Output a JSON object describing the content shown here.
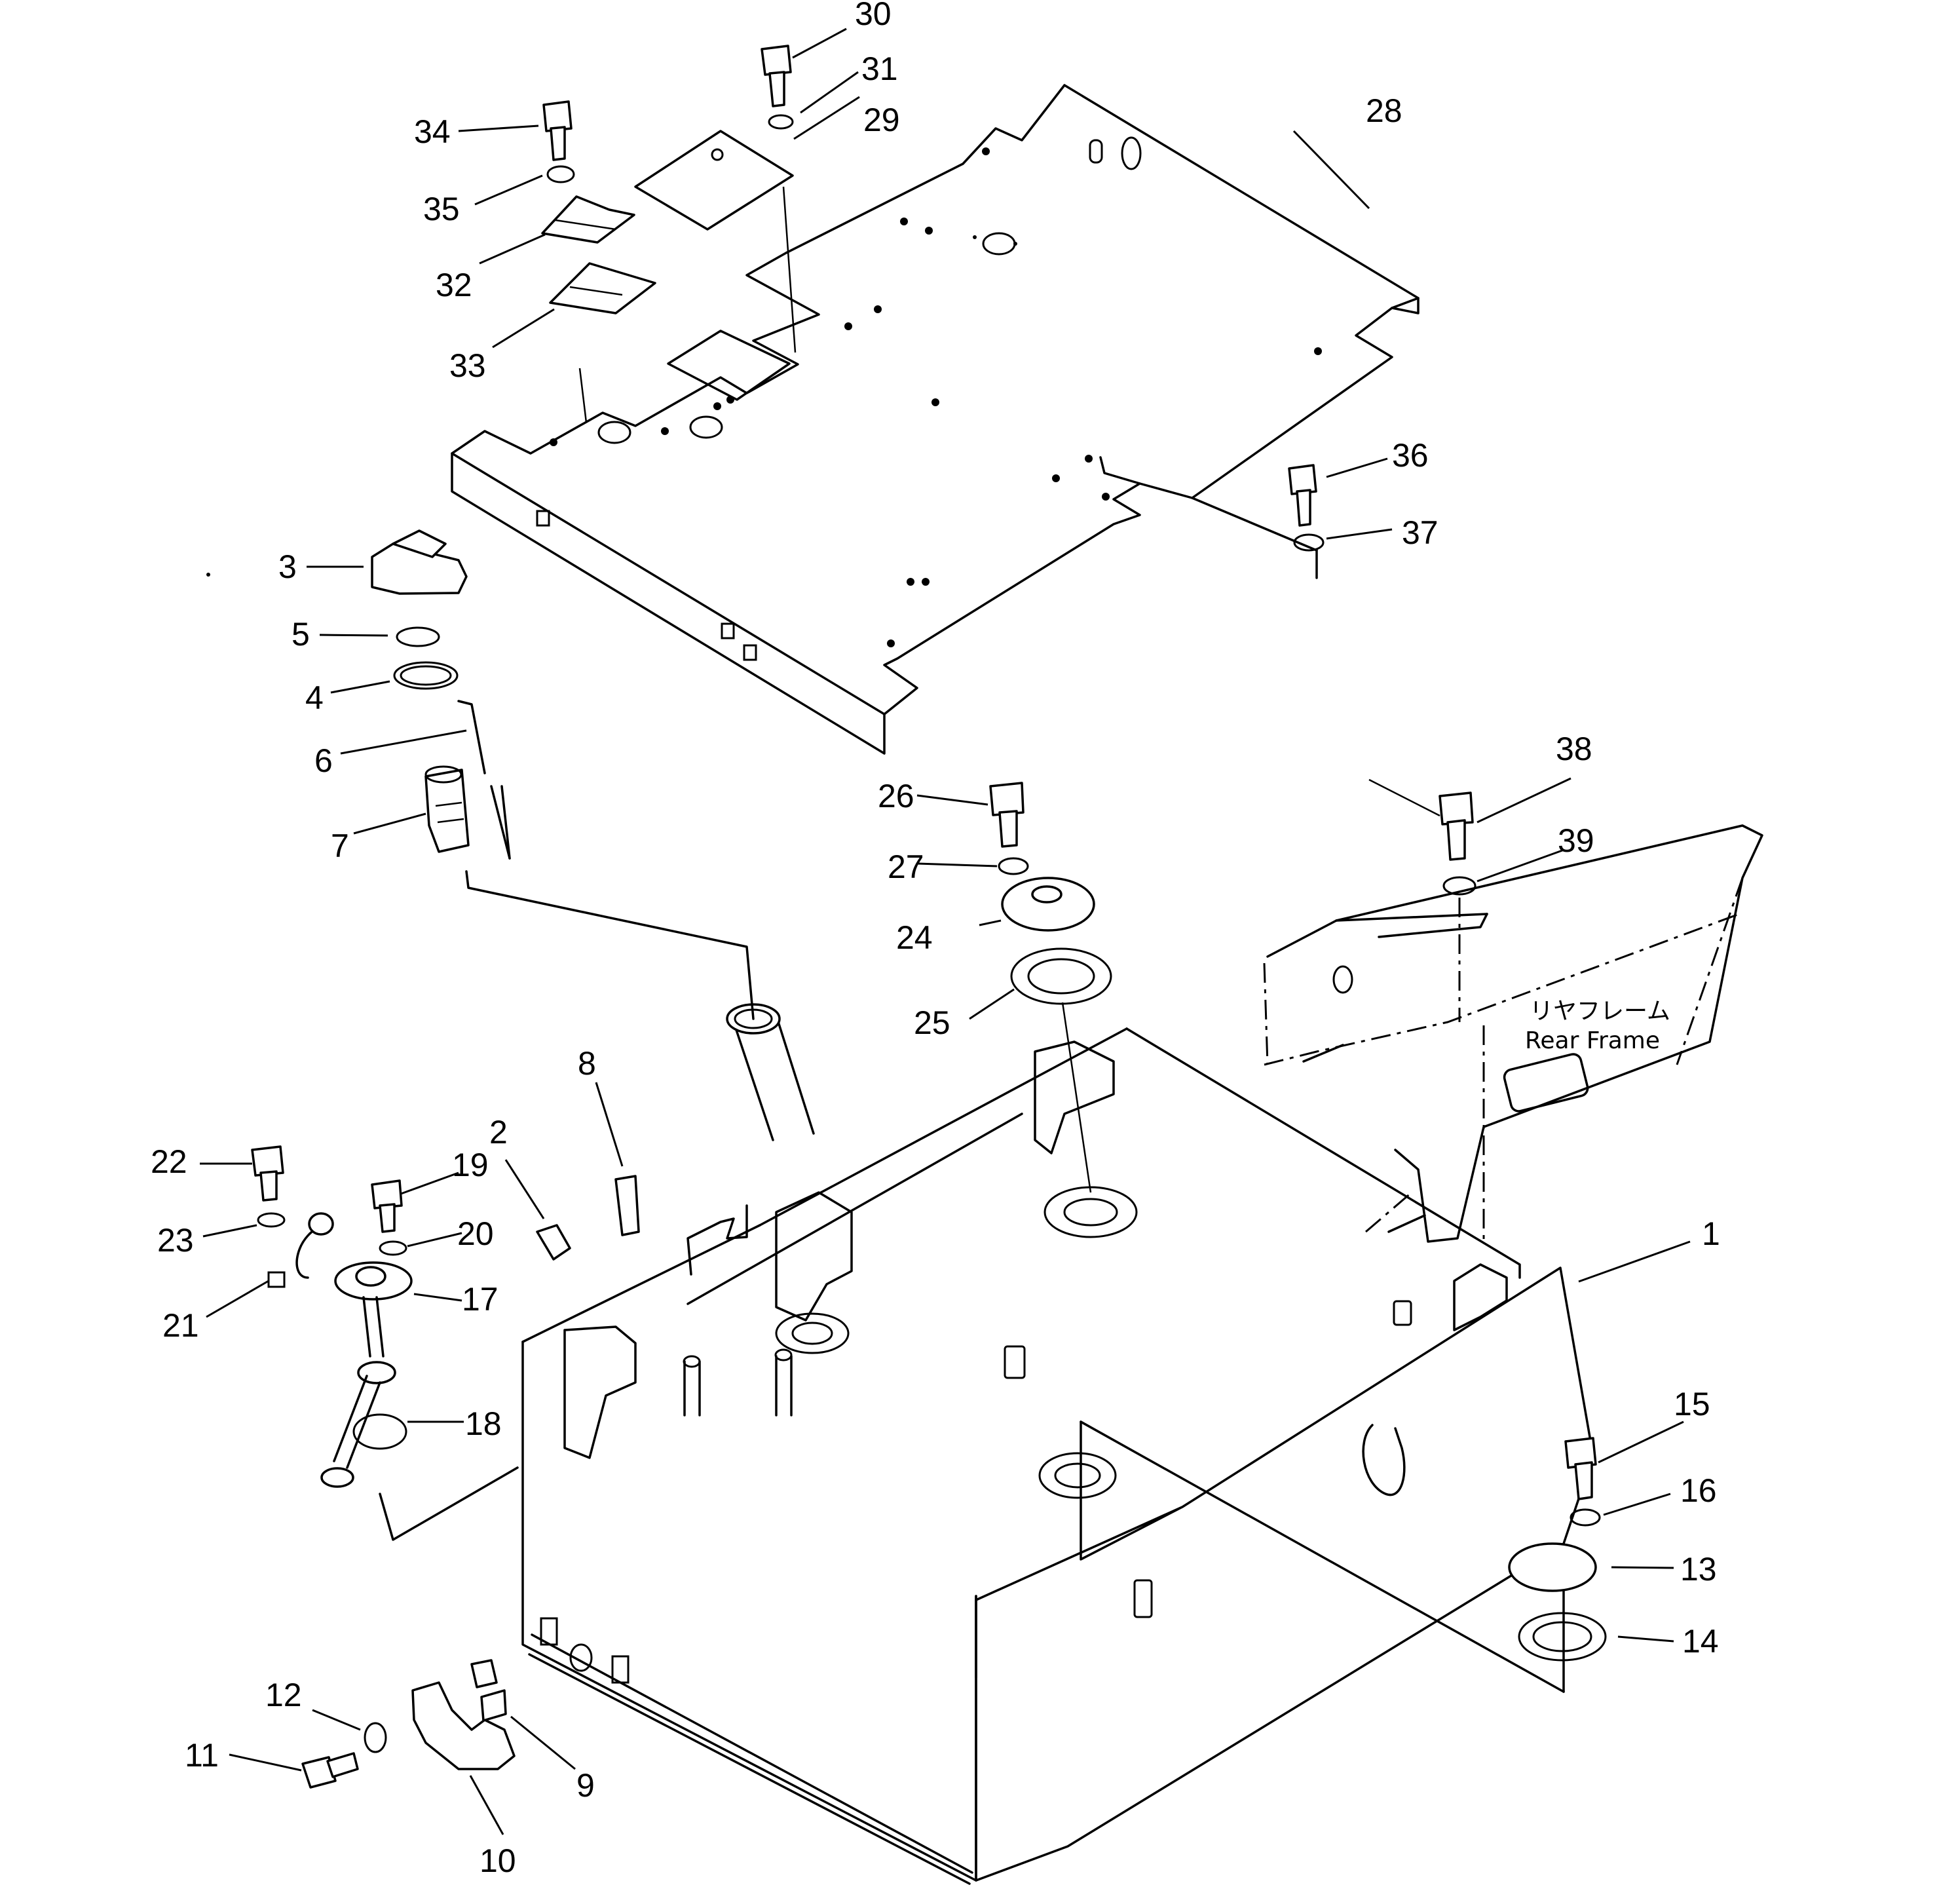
{
  "labels": {
    "rear_frame_jp": "リヤフレーム",
    "rear_frame_en": "Rear Frame"
  },
  "callouts": {
    "p1": "1",
    "p2": "2",
    "p3": "3",
    "p4": "4",
    "p5": "5",
    "p6": "6",
    "p7": "7",
    "p8": "8",
    "p9": "9",
    "p10": "10",
    "p11": "11",
    "p12": "12",
    "p13": "13",
    "p14": "14",
    "p15": "15",
    "p16": "16",
    "p17": "17",
    "p18": "18",
    "p19": "19",
    "p20": "20",
    "p21": "21",
    "p22": "22",
    "p23": "23",
    "p24": "24",
    "p25": "25",
    "p26": "26",
    "p27": "27",
    "p28": "28",
    "p29": "29",
    "p30": "30",
    "p31": "31",
    "p32": "32",
    "p33": "33",
    "p34": "34",
    "p35": "35",
    "p36": "36",
    "p37": "37",
    "p38": "38",
    "p39": "39"
  }
}
